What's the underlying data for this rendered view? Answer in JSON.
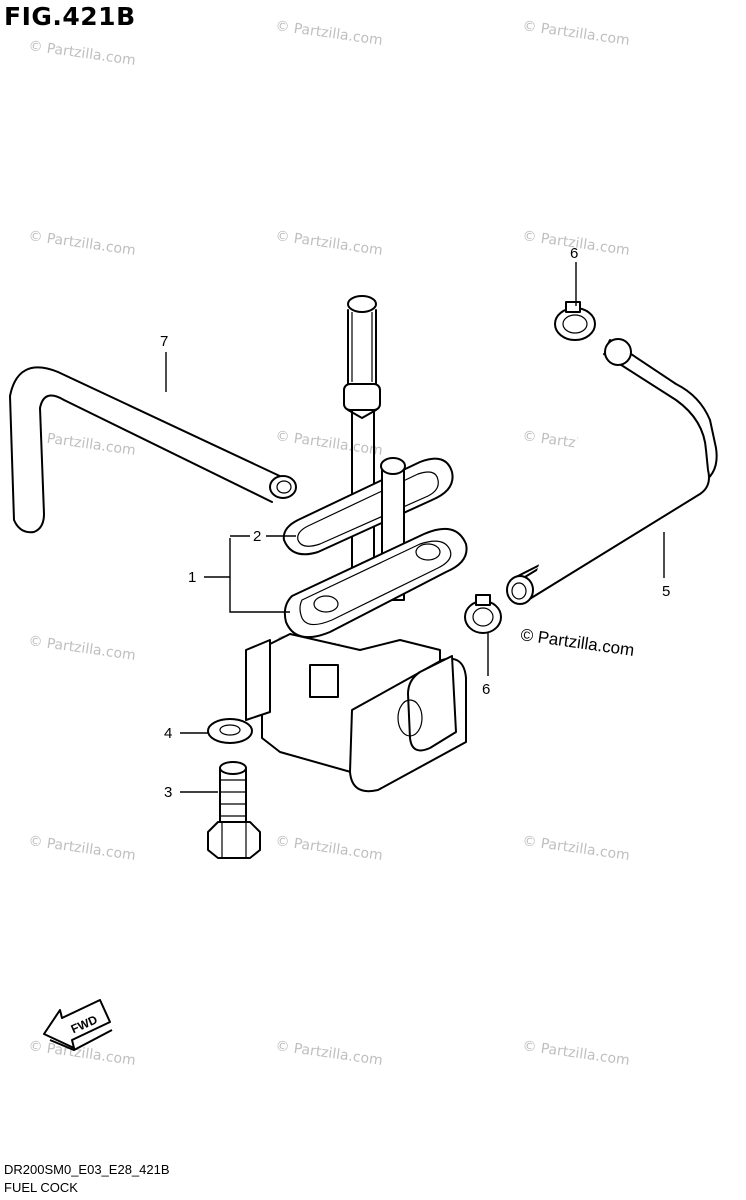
{
  "figure": {
    "title": "FIG.421B",
    "code": "DR200SM0_E03_E28_421B",
    "name": "FUEL COCK"
  },
  "watermark": {
    "text": "© Partzilla.com",
    "prominent_text": "© Partzilla.com"
  },
  "callouts": {
    "c1": "1",
    "c2": "2",
    "c3": "3",
    "c4": "4",
    "c5": "5",
    "c6a": "6",
    "c6b": "6",
    "c7": "7"
  },
  "fwd_arrow": {
    "label": "FWD"
  },
  "icons": [
    "fwd-arrow-icon"
  ]
}
